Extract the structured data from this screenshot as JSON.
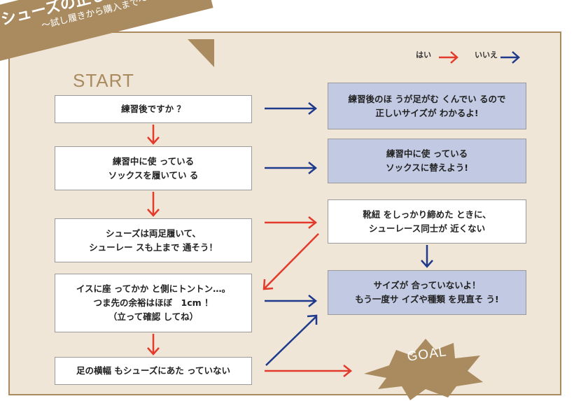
{
  "header": {
    "title": "シューズの正しい選び方！",
    "subtitle": "～試し履きから購入まで～"
  },
  "start_label": "START",
  "goal_label": "GOAL",
  "legend": {
    "yes": "はい",
    "no": "いいえ"
  },
  "colors": {
    "yes_arrow": "#e23a2b",
    "no_arrow": "#1e3a8c",
    "accent": "#a98b5f",
    "answer_box": "#c2c9e2"
  },
  "questions": [
    "練習後ですか ？",
    "練習中に使 っている\nソックスを履いてい る",
    "シューズは両足履いて、\nシューレー スも上まで 通そう！",
    "イスに座 ってかか と側にトントン…。\nつま先の余裕はほぼ　1cm ！\n（立って確認 してね）",
    "足の横幅 もシューズにあた っていない"
  ],
  "answers": [
    "練習後のほ うが足がむ くんでい るので\n正しいサイズが わかるよ!",
    "練習中に使 っている\nソックスに替えよう!",
    "靴紐 をしっかり締めた ときに、\nシューレース同士が 近くない",
    "サイズが 合っていないよ！\nもう一度サ イズや種類 を見直そ う!"
  ]
}
